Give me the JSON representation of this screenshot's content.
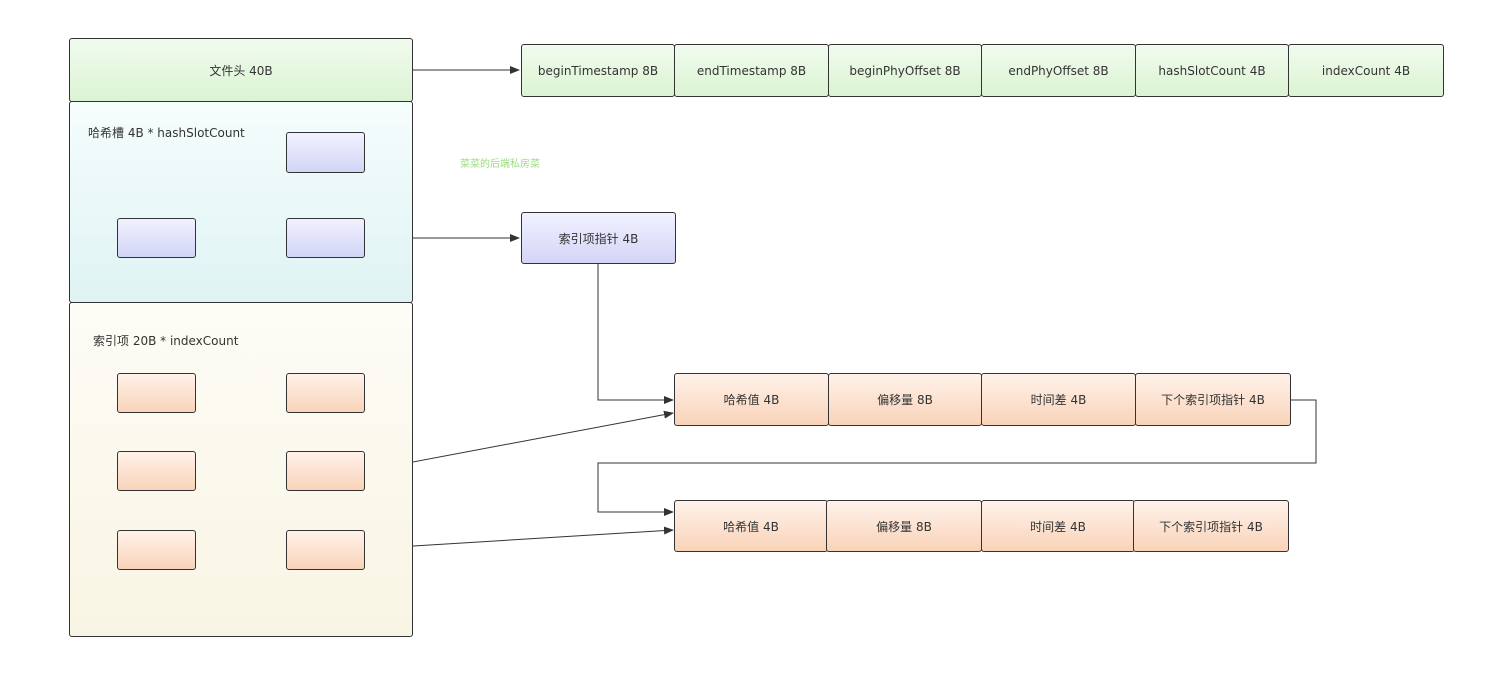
{
  "header_box": {
    "label": "文件头 40B"
  },
  "header_fields": [
    "beginTimestamp 8B",
    "endTimestamp 8B",
    "beginPhyOffset 8B",
    "endPhyOffset 8B",
    "hashSlotCount 4B",
    "indexCount 4B"
  ],
  "hash_section": {
    "label": "哈希槽 4B * hashSlotCount"
  },
  "index_section": {
    "label": "索引项 20B * indexCount"
  },
  "watermark": "菜菜的后端私房菜",
  "pointer_box": {
    "label": "索引项指针 4B"
  },
  "index_entry_fields": [
    "哈希值 4B",
    "偏移量 8B",
    "时间差 4B",
    "下个索引项指针 4B"
  ],
  "colors": {
    "header": "#dbf4d3",
    "hash_slot": "#d3d5f6",
    "index_item": "#f9d3b9",
    "watermark": "#9bdc7d",
    "stroke": "#333333"
  }
}
